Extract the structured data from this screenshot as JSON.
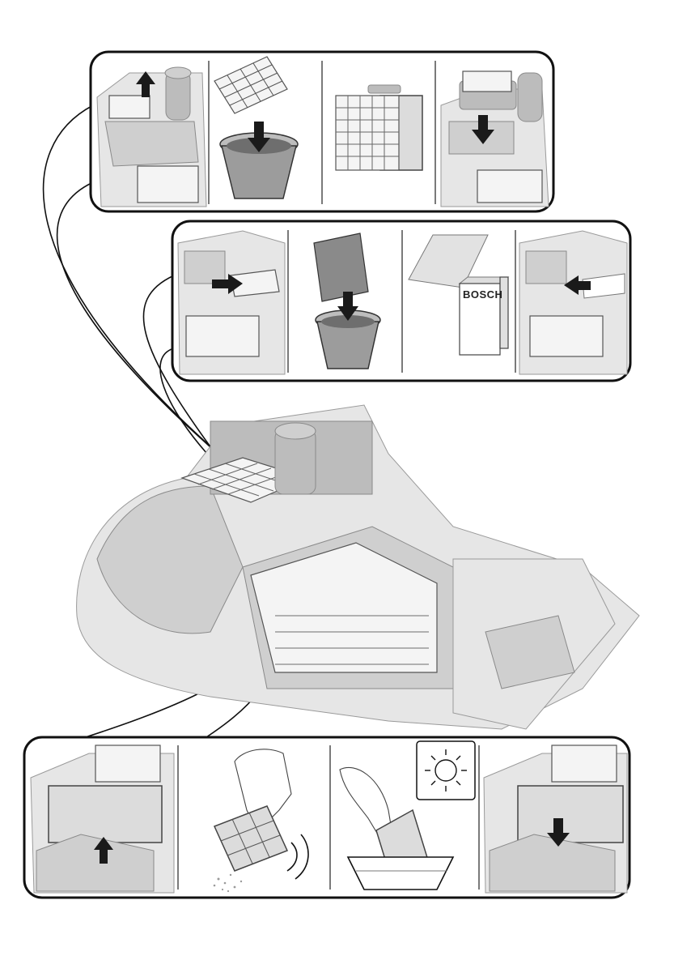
{
  "figure": {
    "brand_label": "BOSCH"
  },
  "panels": {
    "top": {
      "steps": [
        "remove-motor-filter",
        "discard-filter",
        "new-filter",
        "insert-filter"
      ]
    },
    "middle": {
      "steps": [
        "remove-exhaust-filter",
        "discard-exhaust-filter",
        "new-exhaust-filter-pack",
        "insert-exhaust-filter"
      ]
    },
    "bottom": {
      "steps": [
        "remove-protective-filter",
        "tap-out-dust",
        "rinse-and-dry",
        "reinsert-protective-filter"
      ]
    }
  },
  "icons": [
    "arrow-up-icon",
    "arrow-down-icon",
    "arrow-left-icon",
    "arrow-right-icon",
    "trash-bin-icon",
    "sun-icon",
    "hand-icon"
  ]
}
